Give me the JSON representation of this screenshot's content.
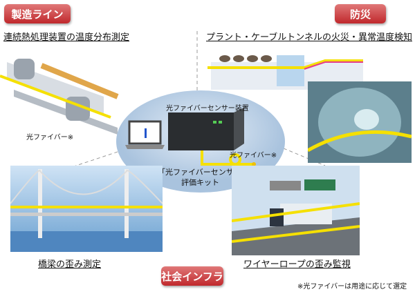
{
  "categories": {
    "manufacturing": "製造ライン",
    "disaster": "防災",
    "infrastructure": "社会インフラ"
  },
  "applications": {
    "heat_treatment": "連続熱処理装置の温度分布測定",
    "fire_detection": "プラント・ケーブルトンネルの火災・異常温度検知",
    "bridge": "橋梁の歪み測定",
    "wire_rope": "ワイヤーロープの歪み監視"
  },
  "center": {
    "device_label": "光ファイバーセンサー装置",
    "fiber_label": "光ファイバー※",
    "kit_line1": "「光ファイバーセンサー」",
    "kit_line2": "評価キット"
  },
  "left_fiber_label": "光ファイバー※",
  "footnote": "※光ファイバーは用途に応じて選定",
  "colors": {
    "badge": "#c0282c",
    "fiber": "#f5e000",
    "ellipse": "#b9cfe6"
  }
}
